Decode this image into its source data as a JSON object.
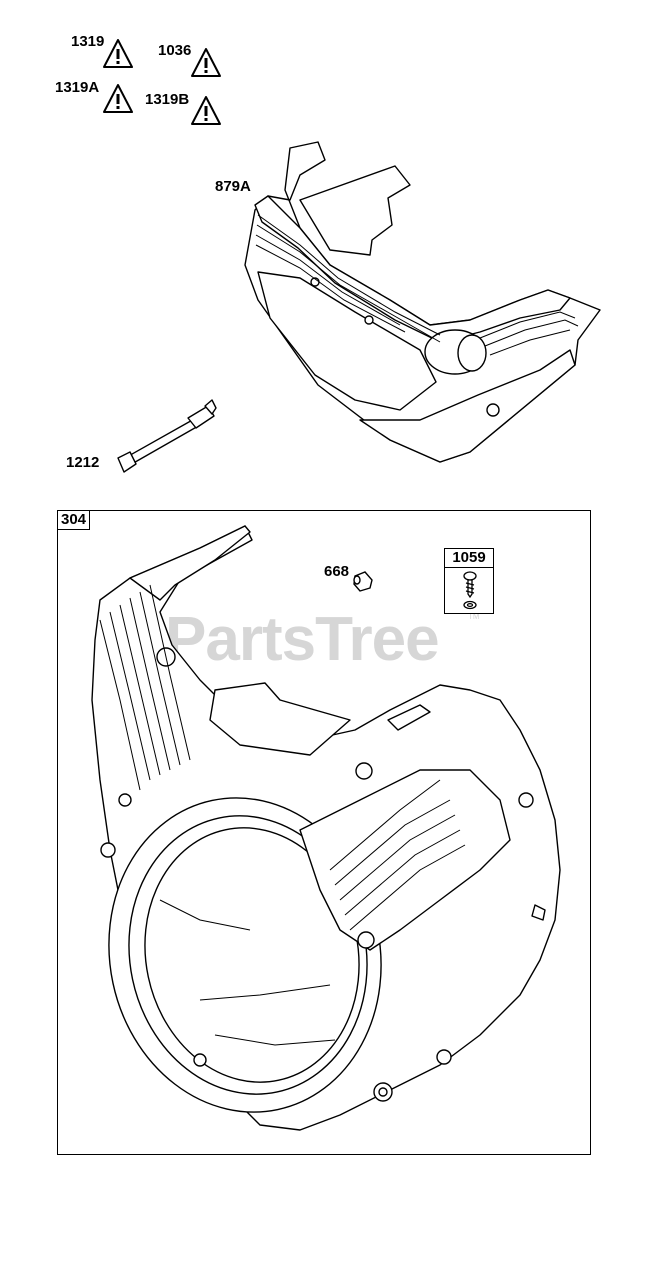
{
  "warnings": [
    {
      "label": "1319",
      "icon": "warning-triangle-icon"
    },
    {
      "label": "1036",
      "icon": "warning-triangle-icon"
    },
    {
      "label": "1319A",
      "icon": "warning-triangle-icon"
    },
    {
      "label": "1319B",
      "icon": "warning-triangle-icon"
    }
  ],
  "parts": {
    "shroud_label": "879A",
    "rod_label": "1212",
    "housing_label": "304",
    "nut_label": "668",
    "kit_label": "1059"
  },
  "watermark": {
    "text": "PartsTree",
    "tm": "TM"
  }
}
